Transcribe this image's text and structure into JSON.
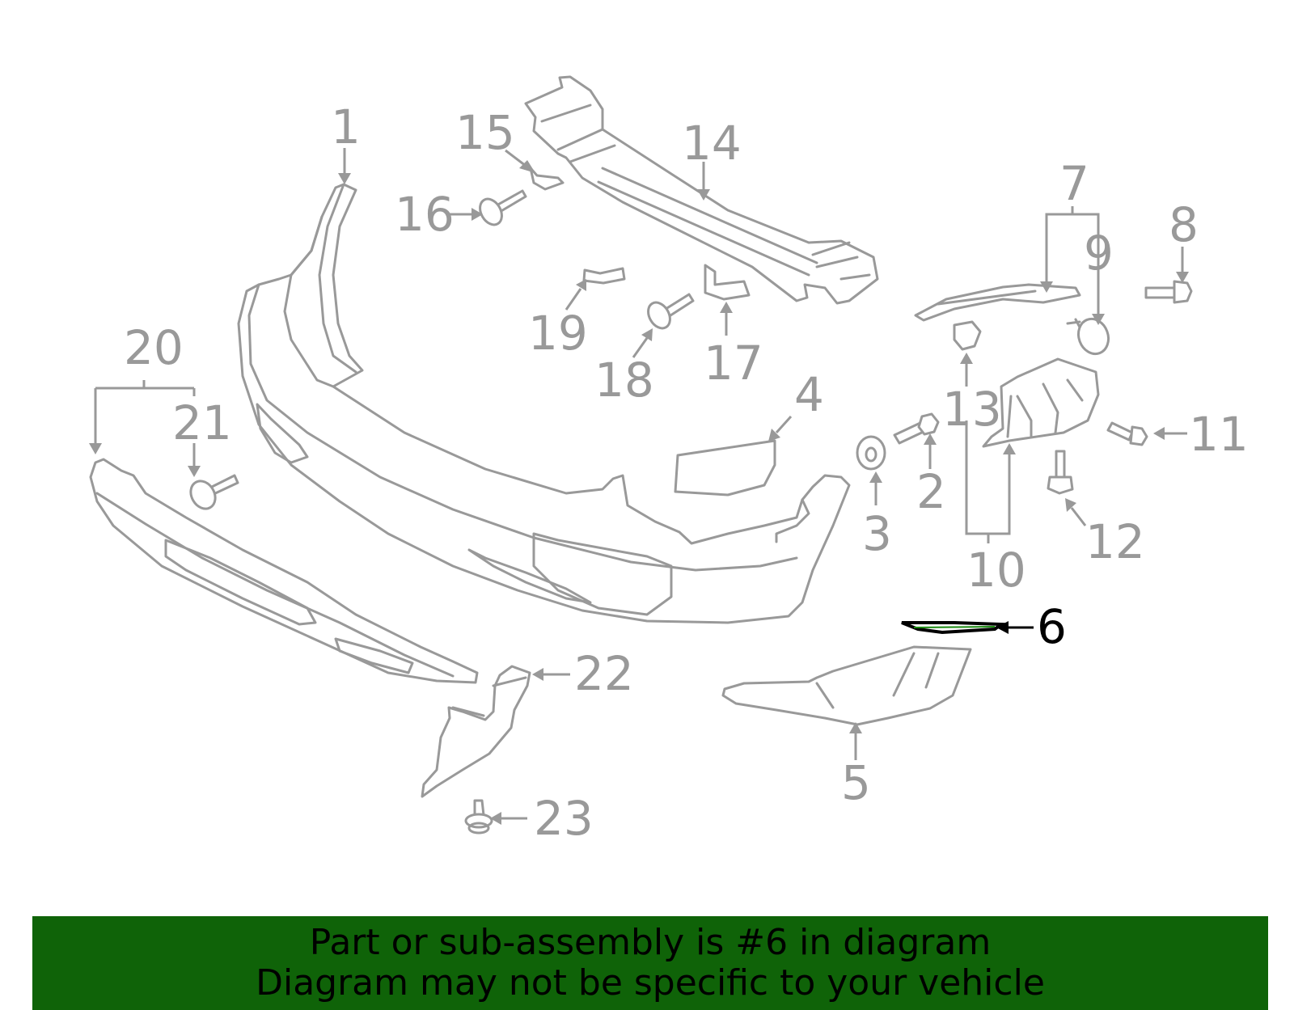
{
  "diagram": {
    "highlight_color": "#000000",
    "part_color": "#999999",
    "callouts": {
      "c1": "1",
      "c2": "2",
      "c3": "3",
      "c4": "4",
      "c5": "5",
      "c6": "6",
      "c7": "7",
      "c8": "8",
      "c9": "9",
      "c10": "10",
      "c11": "11",
      "c12": "12",
      "c13": "13",
      "c14": "14",
      "c15": "15",
      "c16": "16",
      "c17": "17",
      "c18": "18",
      "c19": "19",
      "c20": "20",
      "c21": "21",
      "c22": "22",
      "c23": "23"
    },
    "highlighted_part": "6"
  },
  "banner": {
    "background": "#0f6308",
    "line1": "Part or sub-assembly is #6 in diagram",
    "line2": "Diagram may not be specific to your vehicle"
  }
}
